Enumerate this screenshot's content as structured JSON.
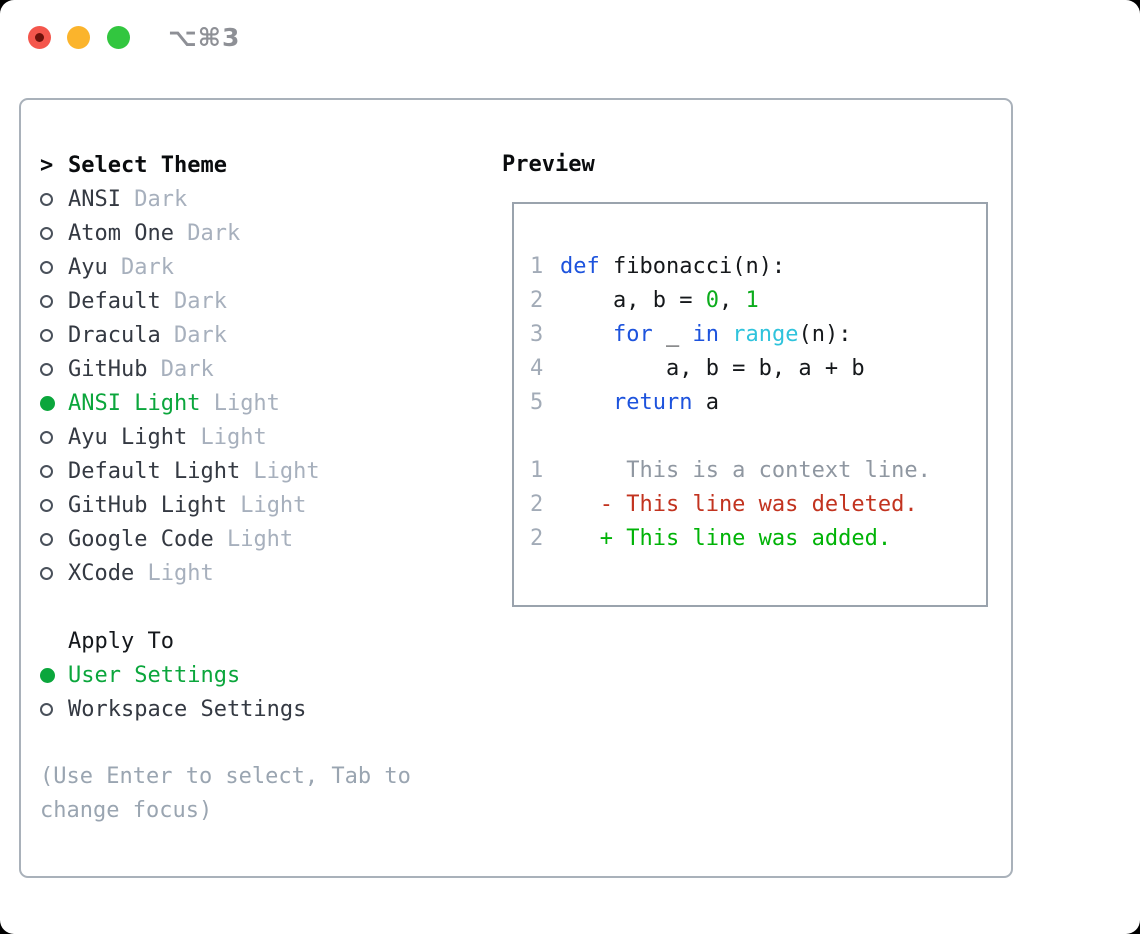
{
  "titlebar": {
    "shortcut": "⌥⌘3"
  },
  "icons": {
    "close-button": "red-circle-with-dot",
    "minimize-button": "yellow-circle",
    "zoom-button": "green-circle",
    "prompt": ">",
    "radio-unselected": "○",
    "radio-selected": "●"
  },
  "colors": {
    "accent-green": "#0ba63c",
    "added-green": "#00b307",
    "deleted-red": "#c2331f",
    "keyword-blue": "#1d53dd",
    "builtin-cyan": "#2fc3dc",
    "number-green": "#0cac1c",
    "context-gray": "#8f97a1",
    "muted-gray": "#a7b0bd",
    "hint-gray": "#9aa5b1",
    "linenum-gray": "#a2abb7",
    "border-gray": "#a9b1ba",
    "preview-border": "#9aa3ad",
    "shortcut-gray": "#8e9096",
    "traffic-red": "#f4564c",
    "traffic-red-dot": "#6e120b",
    "traffic-yellow": "#fbb42c",
    "traffic-green": "#32c63f"
  },
  "theme_list": {
    "header_prefix": ">",
    "header": "Select Theme",
    "items": [
      {
        "name": "ANSI",
        "variant": "Dark",
        "selected": false
      },
      {
        "name": "Atom One",
        "variant": "Dark",
        "selected": false
      },
      {
        "name": "Ayu",
        "variant": "Dark",
        "selected": false
      },
      {
        "name": "Default",
        "variant": "Dark",
        "selected": false
      },
      {
        "name": "Dracula",
        "variant": "Dark",
        "selected": false
      },
      {
        "name": "GitHub",
        "variant": "Dark",
        "selected": false
      },
      {
        "name": "ANSI Light",
        "variant": "Light",
        "selected": true
      },
      {
        "name": "Ayu Light",
        "variant": "Light",
        "selected": false
      },
      {
        "name": "Default Light",
        "variant": "Light",
        "selected": false
      },
      {
        "name": "GitHub Light",
        "variant": "Light",
        "selected": false
      },
      {
        "name": "Google Code",
        "variant": "Light",
        "selected": false
      },
      {
        "name": "XCode",
        "variant": "Light",
        "selected": false
      }
    ]
  },
  "apply_to": {
    "header": "Apply To",
    "options": [
      {
        "name": "User Settings",
        "selected": true
      },
      {
        "name": "Workspace Settings",
        "selected": false
      }
    ]
  },
  "hint": "(Use Enter to select, Tab to change focus)",
  "preview": {
    "title": "Preview",
    "lines": [
      {
        "num": "1",
        "segments": [
          [
            "def",
            "kw"
          ],
          [
            " fibonacci(n):",
            "plain"
          ]
        ]
      },
      {
        "num": "2",
        "segments": [
          [
            "    a, b = ",
            "plain"
          ],
          [
            "0",
            "num"
          ],
          [
            ", ",
            "plain"
          ],
          [
            "1",
            "num"
          ]
        ]
      },
      {
        "num": "3",
        "segments": [
          [
            "    ",
            "plain"
          ],
          [
            "for",
            "kw"
          ],
          [
            " _ ",
            "plain"
          ],
          [
            "in",
            "kw"
          ],
          [
            " ",
            "plain"
          ],
          [
            "range",
            "builtin"
          ],
          [
            "(n):",
            "plain"
          ]
        ]
      },
      {
        "num": "4",
        "segments": [
          [
            "        a, b = b, a + b",
            "plain"
          ]
        ]
      },
      {
        "num": "5",
        "segments": [
          [
            "    ",
            "plain"
          ],
          [
            "return",
            "kw"
          ],
          [
            " a",
            "plain"
          ]
        ]
      },
      {
        "num": "",
        "segments": []
      },
      {
        "num": "1",
        "segments": [
          [
            "     This is a context line.",
            "context"
          ]
        ]
      },
      {
        "num": "2",
        "segments": [
          [
            "   - This line was deleted.",
            "deleted"
          ]
        ]
      },
      {
        "num": "2",
        "segments": [
          [
            "   + This line was added.",
            "added"
          ]
        ]
      }
    ]
  }
}
